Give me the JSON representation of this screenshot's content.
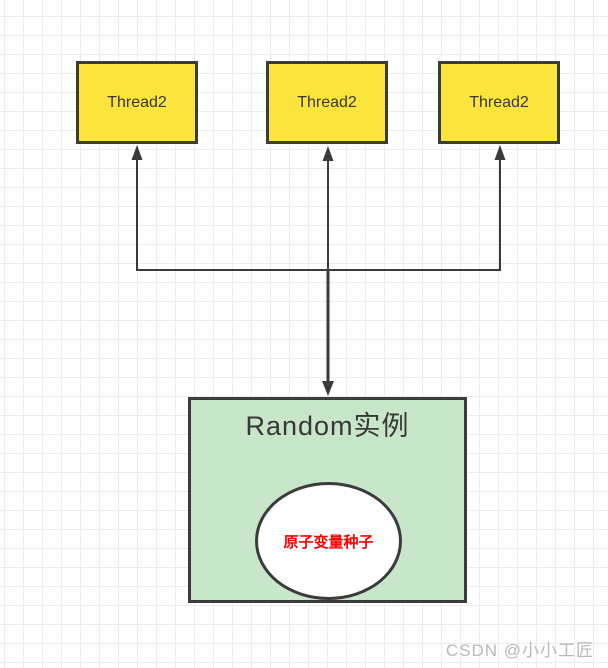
{
  "diagram": {
    "threads": [
      {
        "label": "Thread2"
      },
      {
        "label": "Thread2"
      },
      {
        "label": "Thread2"
      }
    ],
    "random_instance": {
      "title": "Random实例"
    },
    "seed": {
      "label": "原子变量种子"
    }
  },
  "watermark": {
    "text": "CSDN @小小工匠"
  },
  "colors": {
    "thread_fill": "#fbe53c",
    "random_fill": "#c8e6ca",
    "shape_border": "#3b3b3b",
    "arrow": "#3a3a3a",
    "seed_text": "#ff0000",
    "watermark_text": "#b8b8b8",
    "grid_line": "#ececec",
    "background": "#ffffff"
  }
}
